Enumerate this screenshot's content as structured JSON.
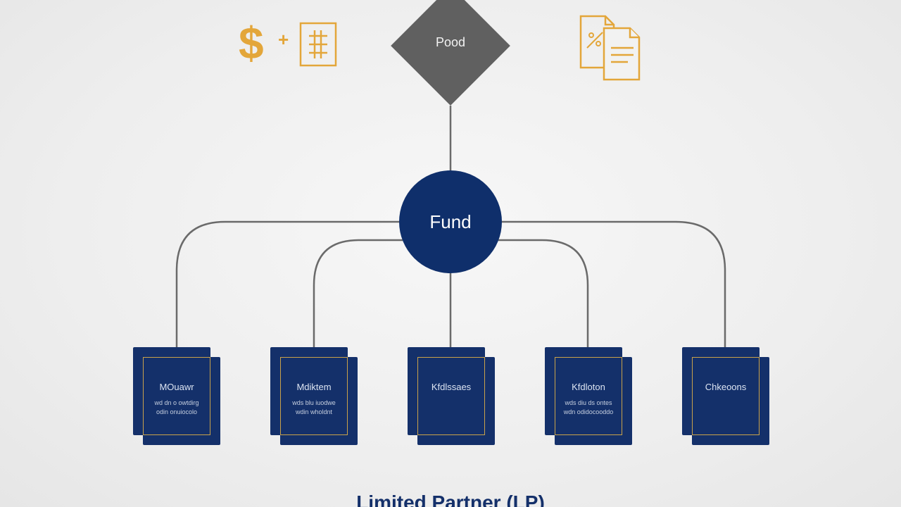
{
  "top_node": {
    "label": "Pood"
  },
  "center_node": {
    "label": "Fund"
  },
  "icons": {
    "left": "dollar-plus-ledger-icon",
    "right": "documents-icon",
    "plus": "+"
  },
  "cards": [
    {
      "title": "MOuawr",
      "line1": "wd dn o owtdirg",
      "line2": "odin onuiocolo"
    },
    {
      "title": "Mdiktem",
      "line1": "wds blu iuodwe",
      "line2": "wdin wholdnt"
    },
    {
      "title": "Kfdlssaes",
      "line1": "",
      "line2": ""
    },
    {
      "title": "Kfdloton",
      "line1": "wds diu ds ontes",
      "line2": "wdn odidocooddo"
    },
    {
      "title": "Chkeoons",
      "line1": "",
      "line2": ""
    }
  ],
  "footer": {
    "title": "Limited Partner (LP)"
  },
  "colors": {
    "navy": "#14306a",
    "fund_navy": "#0f2f6b",
    "gold": "#c9a24a",
    "icon_gold": "#e3a63a",
    "diamond_gray": "#606060",
    "connector": "#6a6a6a"
  }
}
